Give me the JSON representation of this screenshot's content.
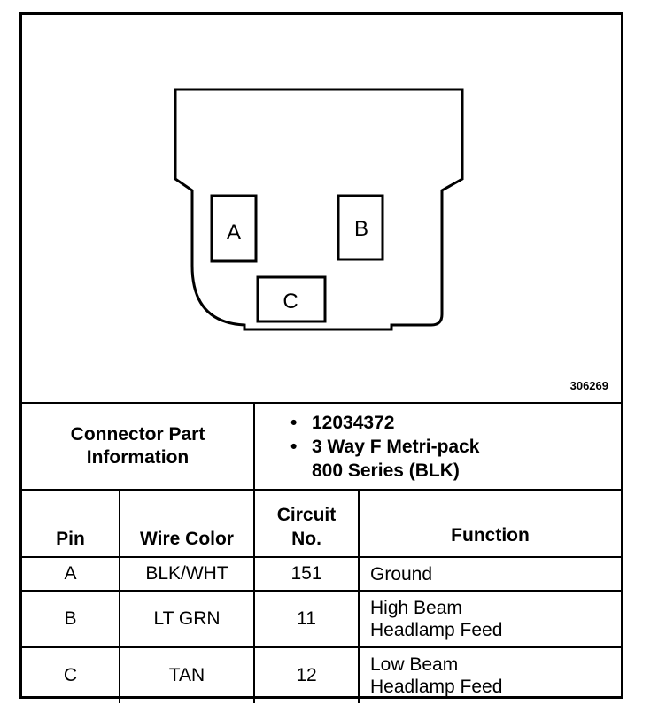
{
  "figure_number": "306269",
  "connector": {
    "cavities": [
      "A",
      "B",
      "C"
    ]
  },
  "part_info": {
    "label_line1": "Connector Part",
    "label_line2": "Information",
    "items": [
      "12034372",
      "3 Way F Metri-pack",
      "800 Series (BLK)"
    ]
  },
  "table": {
    "headers": {
      "pin": "Pin",
      "wire_color": "Wire Color",
      "circuit_line1": "Circuit",
      "circuit_line2": "No.",
      "function": "Function"
    },
    "rows": [
      {
        "pin": "A",
        "wire_color": "BLK/WHT",
        "circuit": "151",
        "function_line1": "Ground",
        "function_line2": ""
      },
      {
        "pin": "B",
        "wire_color": "LT GRN",
        "circuit": "11",
        "function_line1": "High Beam",
        "function_line2": "Headlamp Feed"
      },
      {
        "pin": "C",
        "wire_color": "TAN",
        "circuit": "12",
        "function_line1": "Low Beam",
        "function_line2": "Headlamp Feed"
      }
    ]
  }
}
